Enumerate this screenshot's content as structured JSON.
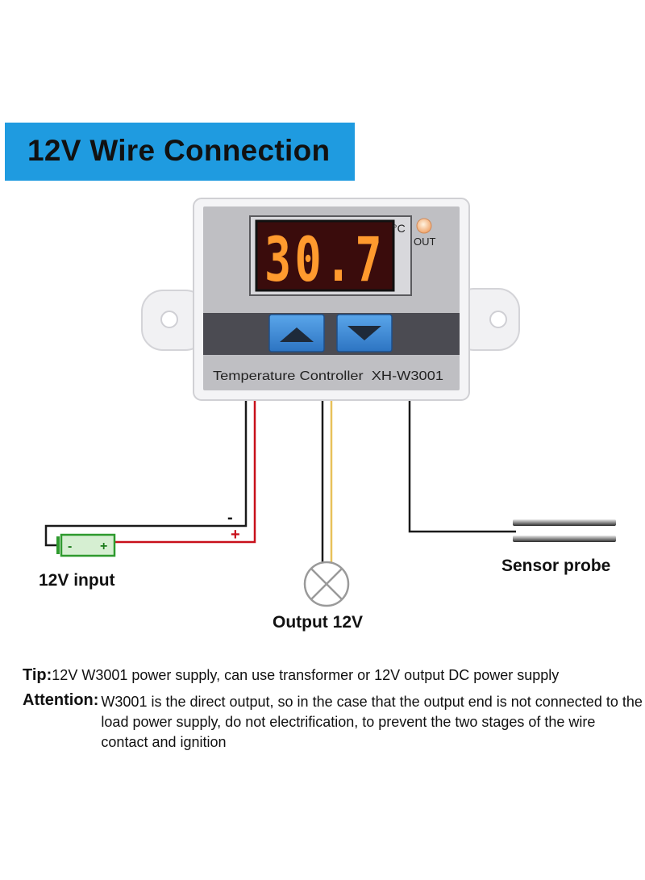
{
  "banner": {
    "title": "12V Wire Connection"
  },
  "device": {
    "display_value": "30.7",
    "unit": "°C",
    "indicator_label": "OUT",
    "model_text": "Temperature Controller  XH-W3001"
  },
  "wiring": {
    "negative_sign": "-",
    "positive_sign": "+",
    "battery_negative": "-",
    "battery_positive": "+"
  },
  "labels": {
    "input": "12V input",
    "output": "Output 12V",
    "sensor": "Sensor probe"
  },
  "notes": {
    "tip_label": "Tip:",
    "tip_text": "12V W3001 power supply, can use transformer or 12V output DC power supply",
    "attention_label": "Attention:",
    "attention_text": "W3001 is the direct output, so in the case that the output end is not connected to the load power supply, do not electrification, to prevent the two stages of the wire contact and ignition"
  },
  "colors": {
    "banner": "#1f9be0",
    "lcd_digits": "#ff9a2e",
    "button_blue": "#3a86d4",
    "wire_red": "#c8101a",
    "wire_yellow": "#e8c15a",
    "battery_green": "#2e9a2e"
  }
}
